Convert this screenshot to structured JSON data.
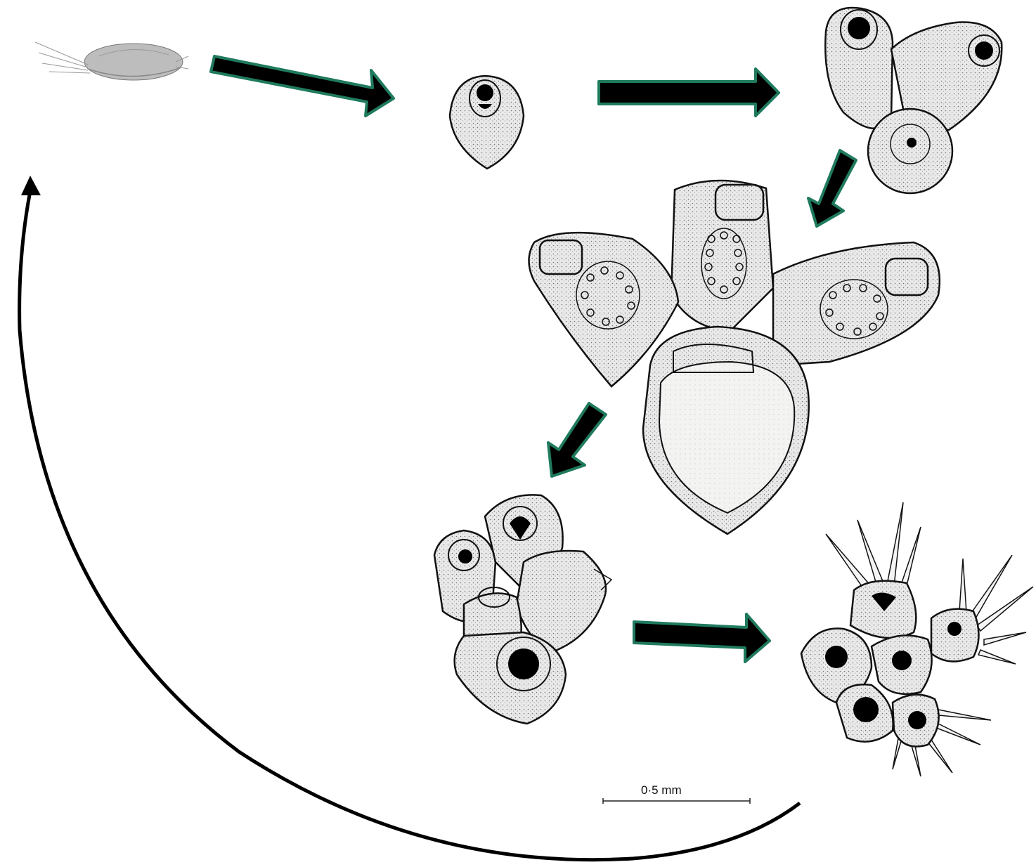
{
  "scale_bar": {
    "label": "0·5 mm"
  },
  "colors": {
    "arrow_fill": "#000000",
    "arrow_outline": "#1f7a5e",
    "stipple": "#d8d8d8",
    "ink": "#111111",
    "cycle_curve": "#000000"
  },
  "stages": [
    {
      "name": "larva",
      "icon": "cyphonautes-larva-drawing"
    },
    {
      "name": "ancestrula",
      "icon": "ancestrula-drawing"
    },
    {
      "name": "three-zooid-colony",
      "icon": "three-zooid-drawing"
    },
    {
      "name": "brooding-colony",
      "icon": "brooding-colony-drawing"
    },
    {
      "name": "young-colony",
      "icon": "young-colony-drawing"
    },
    {
      "name": "spined-colony",
      "icon": "spined-colony-drawing"
    }
  ]
}
